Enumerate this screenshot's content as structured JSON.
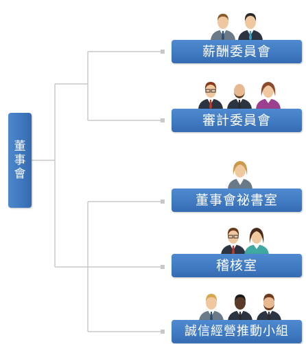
{
  "board": {
    "label": "董事會"
  },
  "units": [
    {
      "label": "薪酬委員會",
      "icon": "two-men-icon"
    },
    {
      "label": "審計委員會",
      "icon": "three-people-icon"
    },
    {
      "label": "董事會祕書室",
      "icon": "woman-icon"
    },
    {
      "label": "稽核室",
      "icon": "man-and-woman-icon"
    },
    {
      "label": "誠信經營推動小組",
      "icon": "three-men-icon"
    }
  ],
  "colors": {
    "box": "#3f79c1",
    "connector": "#c8c8c8"
  }
}
